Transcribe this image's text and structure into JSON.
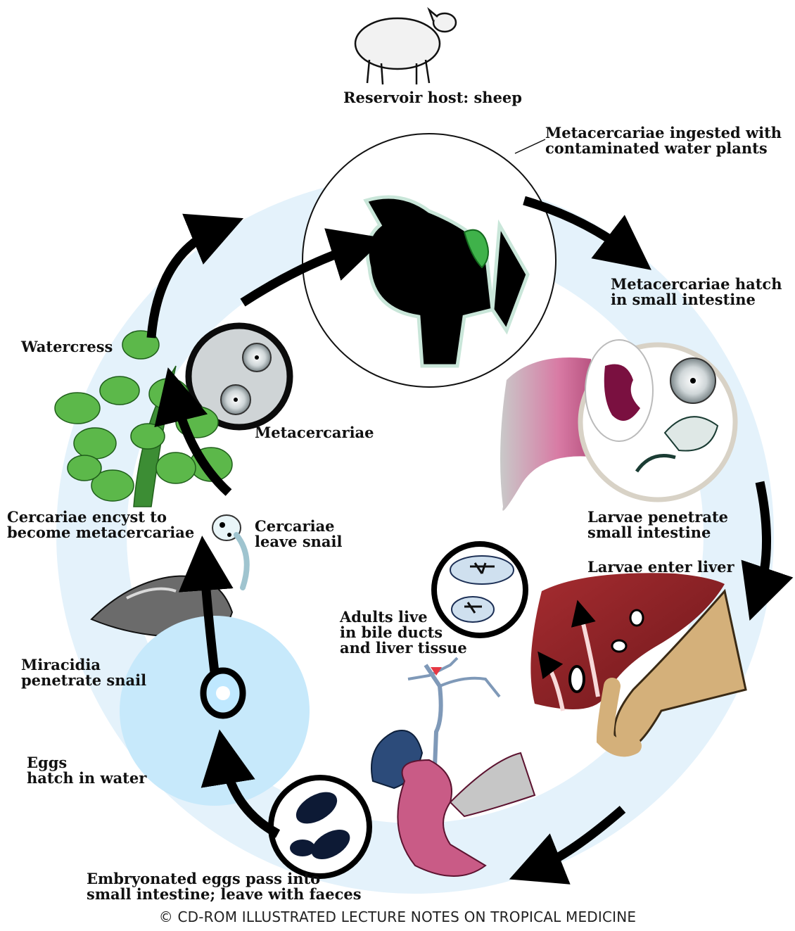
{
  "labels": {
    "reservoir_host": "Reservoir host: sheep",
    "ingested": "Metacercariae ingested with\ncontaminated water plants",
    "hatch_intestine": "Metacercariae hatch\nin small intestine",
    "watercress": "Watercress",
    "metacercariae": "Metacercariae",
    "encyst": "Cercariae encyst to\nbecome metacercariae",
    "cercariae_leave": "Cercariae\nleave snail",
    "larvae_penetrate": "Larvae penetrate\nsmall intestine",
    "larvae_liver": "Larvae enter liver",
    "adults": "Adults live\nin bile ducts\nand liver tissue",
    "miracidia": "Miracidia\npenetrate snail",
    "eggs_hatch": "Eggs\nhatch in water",
    "embryonated": "Embryonated eggs pass into\nsmall intestine; leave with faeces"
  },
  "credit": "© CD-ROM ILLUSTRATED LECTURE NOTES ON TROPICAL MEDICINE",
  "colors": {
    "ring": "#e4f2fb",
    "water": "#c7e9fb",
    "leaf": "#5cb84a",
    "liver": "#8e1f24",
    "intestine": "#c95b86",
    "arrow": "#000000"
  }
}
